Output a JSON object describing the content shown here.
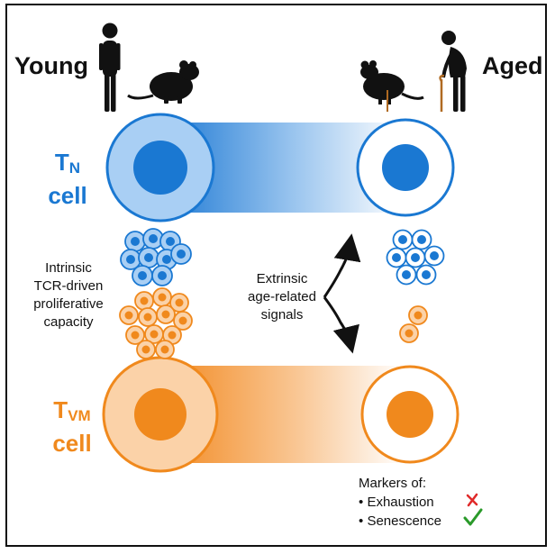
{
  "labels": {
    "young": "Young",
    "aged": "Aged"
  },
  "tn_cell": {
    "main": "T",
    "subscript": "N",
    "line2": "cell"
  },
  "tvm_cell": {
    "main": "T",
    "subscript": "VM",
    "line2": "cell"
  },
  "intrinsic_note": [
    "Intrinsic",
    "TCR-driven",
    "proliferative",
    "capacity"
  ],
  "extrinsic_note": [
    "Extrinsic",
    "age-related",
    "signals"
  ],
  "markers": {
    "heading": "Markers of:",
    "items": [
      {
        "bullet": "•",
        "label": "Exhaustion",
        "status": "cross"
      },
      {
        "bullet": "•",
        "label": "Senescence",
        "status": "check"
      }
    ]
  },
  "colors": {
    "blue": "#1a78d2",
    "blue_light": "#a9cff4",
    "orange": "#f0891d",
    "orange_light": "#fbd2a8",
    "cross": "#e02a2a",
    "check": "#2a9a2a"
  }
}
